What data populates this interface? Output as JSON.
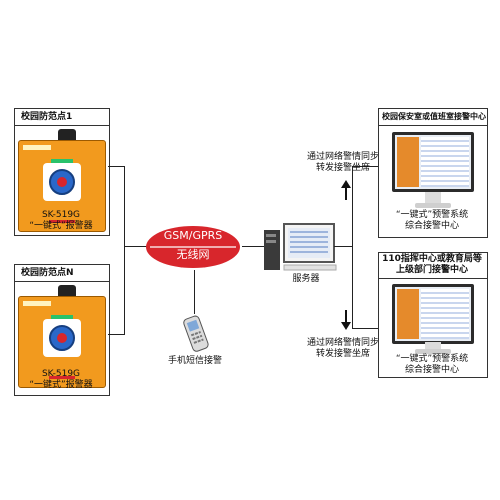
{
  "campus_point_1": {
    "title": "校园防范点1",
    "model": "SK-519G",
    "name": "“一键式”报警器"
  },
  "campus_point_n": {
    "title": "校园防范点N",
    "model": "SK-519G",
    "name": "“一键式”报警器"
  },
  "network": {
    "line1": "GSM/GPRS",
    "line2": "无线网"
  },
  "phone": {
    "label": "手机短信接警"
  },
  "server": {
    "label": "服务器"
  },
  "sync_top": {
    "line1": "通过网络警情同步",
    "line2": "转发接警坐席"
  },
  "sync_bottom": {
    "line1": "通过网络警情同步",
    "line2": "转发接警坐席"
  },
  "center_top": {
    "title": "校园保安室或值班室接警中心",
    "line1": "“一键式”预警系统",
    "line2": "综合接警中心"
  },
  "center_bottom": {
    "title_line1": "110指挥中心或教育局等",
    "title_line2": "上级部门接警中心",
    "line1": "“一键式”预警系统",
    "line2": "综合接警中心"
  },
  "colors": {
    "device": "#f29a1e",
    "network_ellipse": "#d8262c",
    "line": "#222222"
  }
}
